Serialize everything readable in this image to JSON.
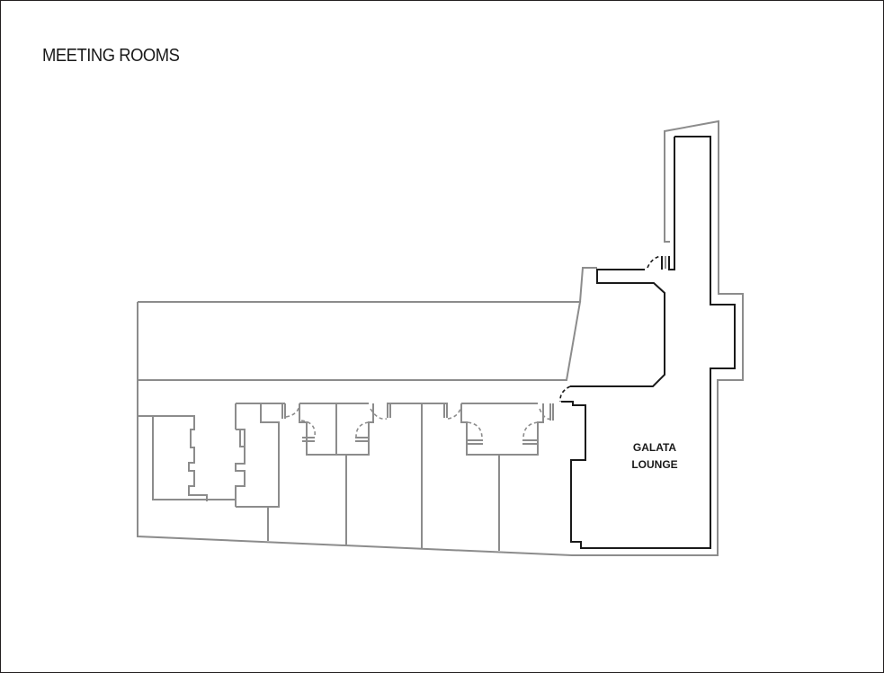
{
  "page": {
    "title": "MEETING ROOMS"
  },
  "rooms": {
    "highlighted": {
      "line1": "GALATA",
      "line2": "LOUNGE"
    }
  },
  "colors": {
    "frame": "#231f20",
    "wall_inactive": "#8c8c8c",
    "wall_highlight": "#1a1a1a",
    "text": "#1a1a1a"
  }
}
